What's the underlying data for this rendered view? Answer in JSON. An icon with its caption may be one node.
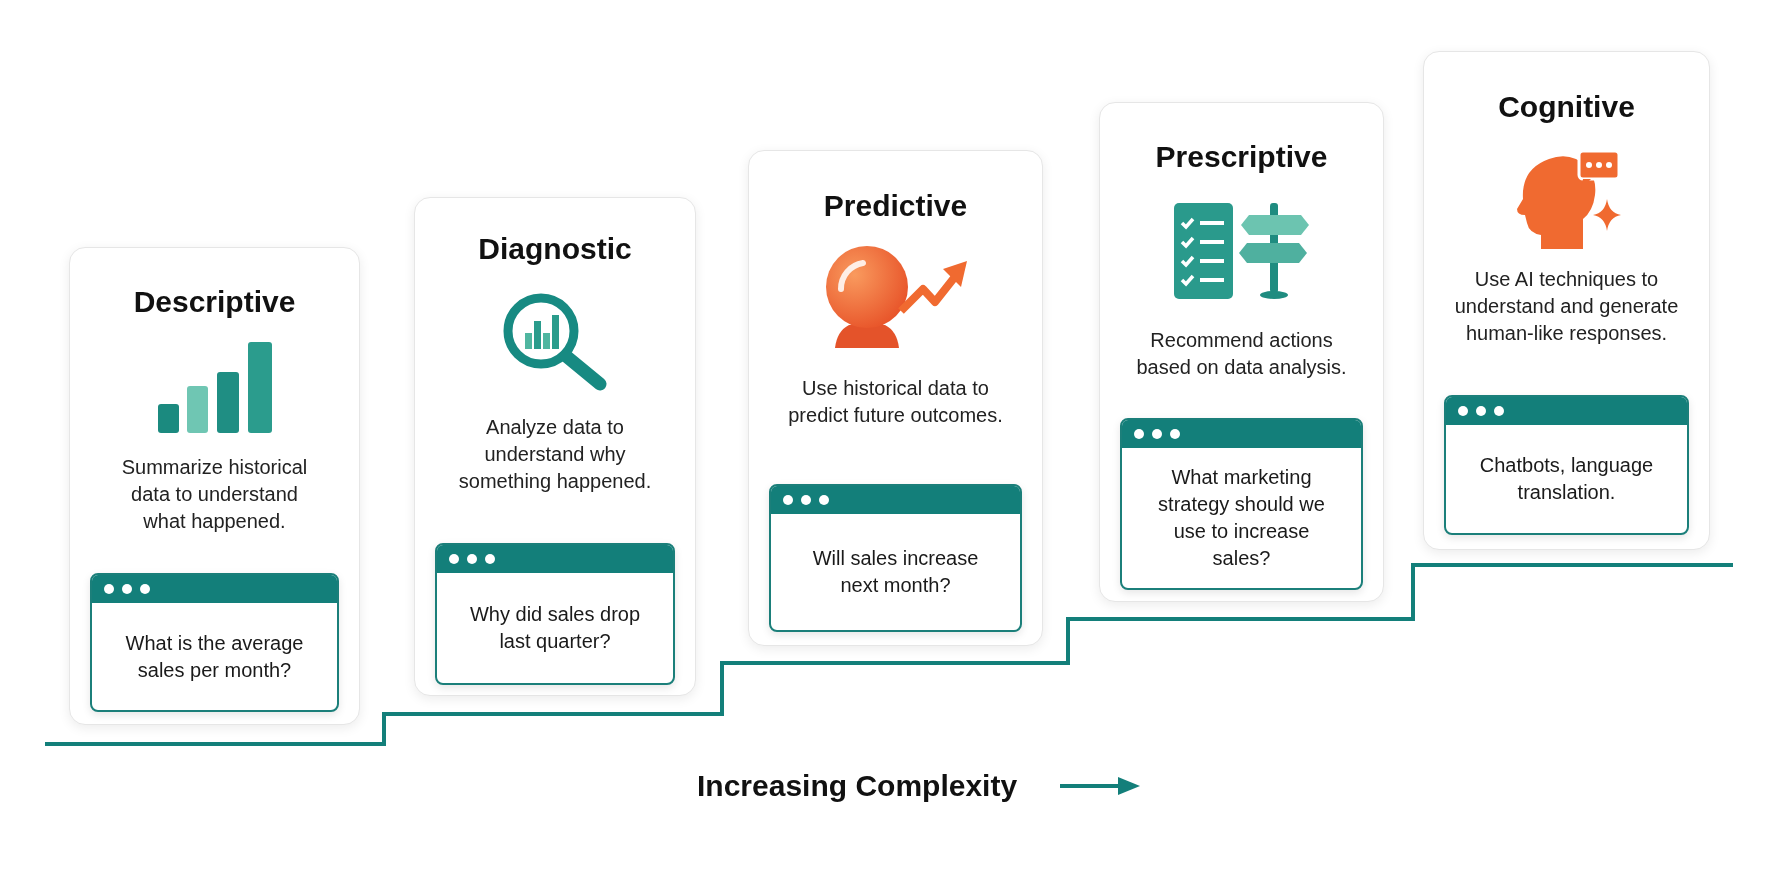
{
  "diagram": {
    "nodes": [
      {
        "text": [
          "Descriptive",
          "Summarize historical data to understand what happened."
        ]
      },
      {
        "text": [
          "What is the average sales per month?"
        ],
        "in": 0
      },
      {
        "text": [
          "Diagnostic",
          "Analyze data to understand why something happened."
        ]
      },
      {
        "text": [
          "Why did sales drop last quarter?"
        ],
        "in": 2
      },
      {
        "text": [
          "Predictive",
          "Use historical data to predict future outcomes."
        ]
      },
      {
        "text": [
          "Will sales increase next month?"
        ],
        "in": 4
      },
      {
        "text": [
          "Prescriptive",
          "Recommend actions based on data analysis."
        ]
      },
      {
        "text": [
          "What marketing strategy should we use to increase sales?"
        ],
        "in": 6
      },
      {
        "text": [
          "Cognitive",
          "Use AI techniques to understand and generate human-like responses."
        ]
      },
      {
        "text": [
          "Chatbots, language translation."
        ],
        "in": 8
      }
    ],
    "labels": [
      "Increasing Complexity"
    ]
  }
}
